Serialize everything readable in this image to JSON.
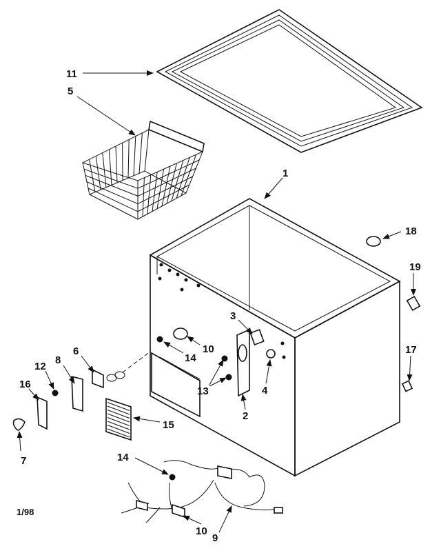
{
  "diagram": {
    "callouts": {
      "c1": "1",
      "c2": "2",
      "c3": "3",
      "c4": "4",
      "c5": "5",
      "c6": "6",
      "c7": "7",
      "c8": "8",
      "c9": "9",
      "c10a": "10",
      "c10b": "10",
      "c11": "11",
      "c12": "12",
      "c13": "13",
      "c14a": "14",
      "c14b": "14",
      "c15": "15",
      "c16": "16",
      "c17": "17",
      "c18": "18",
      "c19": "19"
    },
    "footer_code": "1/98"
  }
}
